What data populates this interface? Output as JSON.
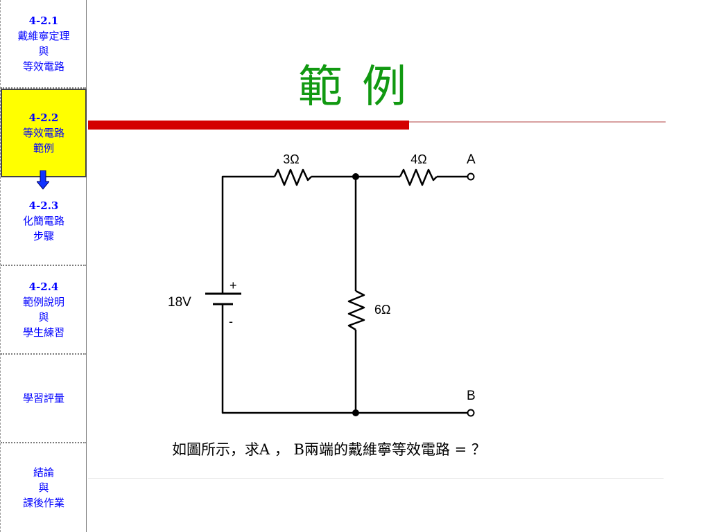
{
  "sidebar": {
    "items": [
      {
        "code": "4-2.1",
        "lines": [
          "戴維寧定理",
          "與",
          "等效電路"
        ]
      },
      {
        "code": "4-2.2",
        "lines": [
          "等效電路",
          "範例"
        ],
        "active": true
      },
      {
        "code": "4-2.3",
        "lines": [
          "化簡電路",
          "步驟"
        ]
      },
      {
        "code": "4-2.4",
        "lines": [
          "範例說明",
          "與",
          "學生練習"
        ]
      },
      {
        "code": "",
        "lines": [
          "學習評量"
        ]
      },
      {
        "code": "",
        "lines": [
          "結論",
          "與",
          "課後作業"
        ]
      }
    ]
  },
  "slide": {
    "title": "範 例",
    "question": "如圖所示，求A ， B兩端的戴維寧等效電路 = ？"
  },
  "circuit": {
    "r1_label": "3Ω",
    "r2_label": "4Ω",
    "r3_label": "6Ω",
    "source_label": "18V",
    "plus_label": "+",
    "minus_label": "-",
    "terminal_a": "A",
    "terminal_b": "B"
  },
  "colors": {
    "title": "#119911",
    "accent_red": "#d40000",
    "nav_text": "#0000ff",
    "nav_active_bg": "#ffff00"
  }
}
